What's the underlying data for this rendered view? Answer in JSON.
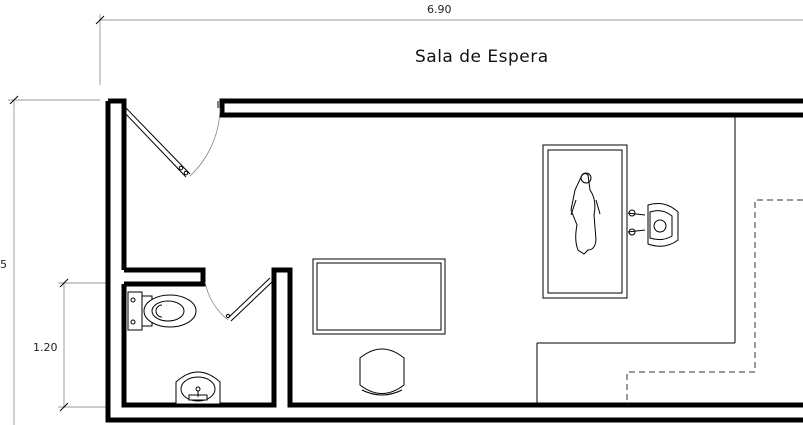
{
  "room_label": "Sala de Espera",
  "dimensions": {
    "overall_width": "6.90",
    "overall_height": "5",
    "bathroom_height": "1.20"
  }
}
